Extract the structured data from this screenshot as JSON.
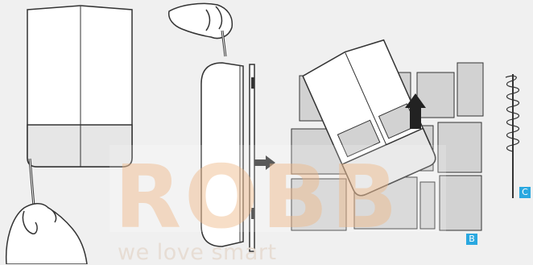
{
  "labels": {
    "step_b": "B",
    "step_c": "C"
  },
  "watermark": {
    "brand": "ROBB",
    "tagline": "we love smart"
  },
  "colors": {
    "background": "#f0f0f0",
    "line": "#333333",
    "device_body": "#ffffff",
    "device_band": "#e6e6e6",
    "brick": "#d2d2d2",
    "badge": "#2aa8e0",
    "watermark_orange": "#f2c49b"
  },
  "icons": {
    "arrow_to_wall": "right-arrow",
    "arrow_lift": "up-arrow",
    "cleaning_brush": "spiral-brush"
  }
}
